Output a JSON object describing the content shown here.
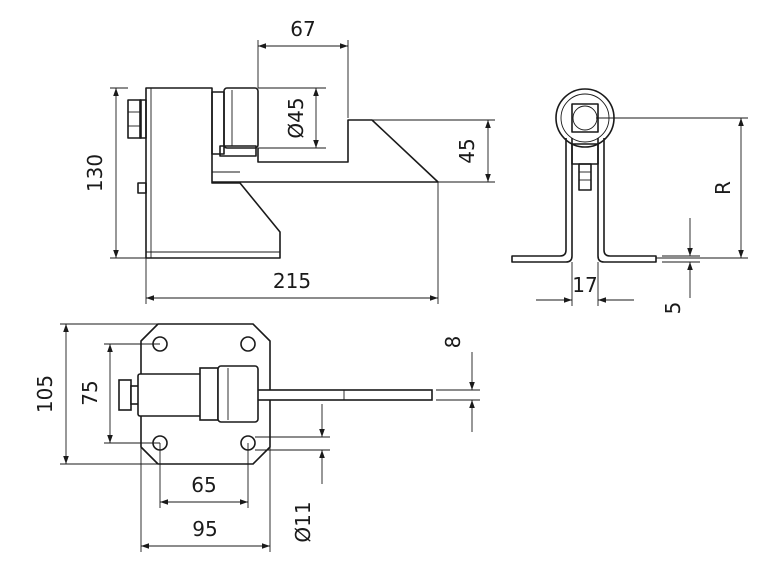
{
  "dimensions": {
    "side_width_top": "67",
    "side_diameter": "Ø45",
    "side_height": "130",
    "side_rise": "45",
    "side_length": "215",
    "end_radius": "R",
    "end_width": "17",
    "end_thickness": "5",
    "plan_height": "105",
    "plan_hole_spacing_v": "75",
    "plan_hole_spacing_h": "65",
    "plan_width": "95",
    "plan_bar_thickness": "8",
    "plan_hole_diameter": "Ø11"
  },
  "colors": {
    "line": "#1a1a1a",
    "background": "#ffffff"
  }
}
